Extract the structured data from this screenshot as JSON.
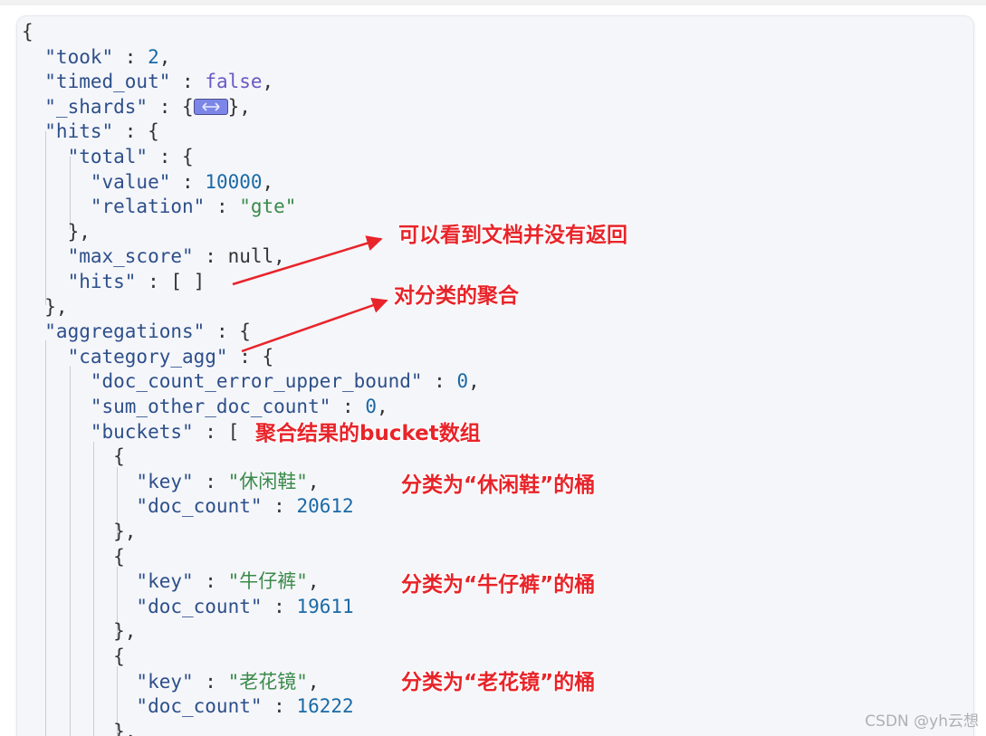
{
  "code_lines": [
    [
      [
        "{",
        "p"
      ]
    ],
    [
      [
        "  \"took\"",
        "k"
      ],
      [
        " : ",
        "p"
      ],
      [
        "2",
        "n"
      ],
      [
        ",",
        "p"
      ]
    ],
    [
      [
        "  \"timed_out\"",
        "k"
      ],
      [
        " : ",
        "p"
      ],
      [
        "false",
        "b"
      ],
      [
        ",",
        "p"
      ]
    ],
    [
      [
        "  \"_shards\"",
        "k"
      ],
      [
        " : {",
        "p"
      ],
      [
        "",
        "collapsed"
      ],
      [
        "},",
        "p"
      ]
    ],
    [
      [
        "  \"hits\"",
        "k"
      ],
      [
        " : {",
        "p"
      ]
    ],
    [
      [
        "    \"total\"",
        "k"
      ],
      [
        " : {",
        "p"
      ]
    ],
    [
      [
        "      \"value\"",
        "k"
      ],
      [
        " : ",
        "p"
      ],
      [
        "10000",
        "n"
      ],
      [
        ",",
        "p"
      ]
    ],
    [
      [
        "      \"relation\"",
        "k"
      ],
      [
        " : ",
        "p"
      ],
      [
        "\"gte\"",
        "s"
      ]
    ],
    [
      [
        "    },",
        "p"
      ]
    ],
    [
      [
        "    \"max_score\"",
        "k"
      ],
      [
        " : ",
        "p"
      ],
      [
        "null",
        "p"
      ],
      [
        ",",
        "p"
      ]
    ],
    [
      [
        "    \"hits\"",
        "k"
      ],
      [
        " : [ ]",
        "p"
      ]
    ],
    [
      [
        "  },",
        "p"
      ]
    ],
    [
      [
        "  \"aggregations\"",
        "k"
      ],
      [
        " : {",
        "p"
      ]
    ],
    [
      [
        "    \"category_agg\"",
        "k"
      ],
      [
        " : {",
        "p"
      ]
    ],
    [
      [
        "      \"doc_count_error_upper_bound\"",
        "k"
      ],
      [
        " : ",
        "p"
      ],
      [
        "0",
        "n"
      ],
      [
        ",",
        "p"
      ]
    ],
    [
      [
        "      \"sum_other_doc_count\"",
        "k"
      ],
      [
        " : ",
        "p"
      ],
      [
        "0",
        "n"
      ],
      [
        ",",
        "p"
      ]
    ],
    [
      [
        "      \"buckets\"",
        "k"
      ],
      [
        " : [",
        "p"
      ]
    ],
    [
      [
        "        {",
        "p"
      ]
    ],
    [
      [
        "          \"key\"",
        "k"
      ],
      [
        " : ",
        "p"
      ],
      [
        "\"休闲鞋\"",
        "s"
      ],
      [
        ",",
        "p"
      ]
    ],
    [
      [
        "          \"doc_count\"",
        "k"
      ],
      [
        " : ",
        "p"
      ],
      [
        "20612",
        "n"
      ]
    ],
    [
      [
        "        },",
        "p"
      ]
    ],
    [
      [
        "        {",
        "p"
      ]
    ],
    [
      [
        "          \"key\"",
        "k"
      ],
      [
        " : ",
        "p"
      ],
      [
        "\"牛仔裤\"",
        "s"
      ],
      [
        ",",
        "p"
      ]
    ],
    [
      [
        "          \"doc_count\"",
        "k"
      ],
      [
        " : ",
        "p"
      ],
      [
        "19611",
        "n"
      ]
    ],
    [
      [
        "        },",
        "p"
      ]
    ],
    [
      [
        "        {",
        "p"
      ]
    ],
    [
      [
        "          \"key\"",
        "k"
      ],
      [
        " : ",
        "p"
      ],
      [
        "\"老花镜\"",
        "s"
      ],
      [
        ",",
        "p"
      ]
    ],
    [
      [
        "          \"doc_count\"",
        "k"
      ],
      [
        " : ",
        "p"
      ],
      [
        "16222",
        "n"
      ]
    ],
    [
      [
        "        },",
        "p"
      ]
    ]
  ],
  "annotations": {
    "hits_note": "可以看到文档并没有返回",
    "agg_note": "对分类的聚合",
    "buckets_note": "聚合结果的bucket数组",
    "bucket1_note": "分类为“休闲鞋”的桶",
    "bucket2_note": "分类为“牛仔裤”的桶",
    "bucket3_note": "分类为“老花镜”的桶"
  },
  "watermark": "CSDN @yh云想",
  "colors": {
    "annotation": "#e8242a",
    "key": "#2d4f8a",
    "string": "#3a8a4a",
    "number": "#1a6aa6",
    "boolean": "#6b58c4",
    "collapsed_badge": "#7c86e8"
  },
  "icons": {
    "collapsed_object": "expand-collapsed-icon"
  }
}
